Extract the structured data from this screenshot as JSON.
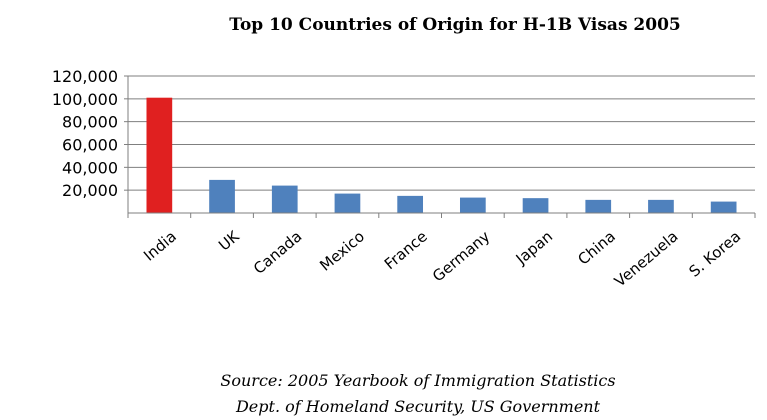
{
  "chart_data": {
    "type": "bar",
    "title": "Top 10 Countries of Origin for H-1B Visas 2005",
    "categories": [
      "India",
      "UK",
      "Canada",
      "Mexico",
      "France",
      "Germany",
      "Japan",
      "China",
      "Venezuela",
      "S. Korea"
    ],
    "values": [
      101000,
      29000,
      24000,
      17000,
      15000,
      13500,
      13000,
      11500,
      11500,
      10000
    ],
    "ylim": [
      0,
      120000
    ],
    "yticks": [
      "20,000",
      "40,000",
      "60,000",
      "80,000",
      "100,000",
      "120,000"
    ],
    "ytick_values": [
      20000,
      40000,
      60000,
      80000,
      100000,
      120000
    ],
    "grid": true,
    "legend": "none",
    "colors": {
      "highlight": "#E02020",
      "bar": "#4F81BD",
      "grid": "#7F7F7F",
      "axis": "#7F7F7F"
    },
    "highlight_index": 0
  },
  "source": {
    "line1": "Source: 2005 Yearbook of Immigration Statistics",
    "line2": "Dept. of Homeland Security, US Government"
  }
}
